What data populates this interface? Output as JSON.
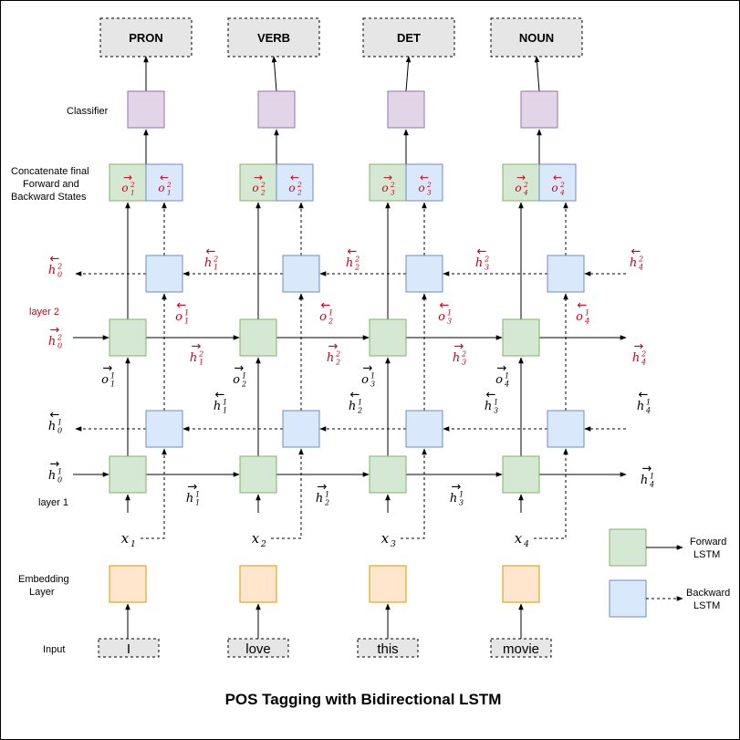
{
  "title": "POS Tagging with Bidirectional LSTM",
  "side_labels": {
    "classifier": "Classifier",
    "concat_line1": "Concatenate final",
    "concat_line2": "Forward and",
    "concat_line3": "Backward States",
    "layer2": "layer 2",
    "layer1": "layer 1",
    "embedding_line1": "Embedding",
    "embedding_line2": "Layer",
    "input": "Input"
  },
  "tags": [
    "PRON",
    "VERB",
    "DET",
    "NOUN"
  ],
  "words": [
    "I",
    "love",
    "this",
    "movie"
  ],
  "legend": {
    "forward_line1": "Forward",
    "forward_line2": "LSTM",
    "backward_line1": "Backward",
    "backward_line2": "LSTM"
  },
  "symbols": {
    "h": "h",
    "o": "o",
    "x": "x",
    "fwd_arrow": "→",
    "bwd_arrow": "←"
  },
  "indices": {
    "h_layer1_fwd": [
      "0",
      "1",
      "2",
      "3",
      "4"
    ],
    "h_layer1_bwd": [
      "0",
      "1",
      "2",
      "3",
      "4"
    ],
    "h_layer2_fwd": [
      "0",
      "1",
      "2",
      "3",
      "4"
    ],
    "h_layer2_bwd": [
      "0",
      "1",
      "2",
      "3",
      "4"
    ],
    "o_layer1_fwd": [
      "1",
      "2",
      "3",
      "4"
    ],
    "o_layer1_bwd": [
      "1",
      "2",
      "3",
      "4"
    ],
    "o_concat": [
      "1",
      "2",
      "3",
      "4"
    ],
    "x": [
      "1",
      "2",
      "3",
      "4"
    ],
    "layer_sup_1": "1",
    "layer_sup_2": "2"
  },
  "colors": {
    "forward_fill": "#d5e8d4",
    "forward_stroke": "#82b366",
    "backward_fill": "#dae8fc",
    "backward_stroke": "#6c8ebf",
    "classifier_fill": "#e1d5e7",
    "classifier_stroke": "#9673a6",
    "embedding_fill": "#ffe6cc",
    "embedding_stroke": "#d79b00",
    "tag_fill": "#e6e6e6",
    "red_text": "#d0021b"
  }
}
